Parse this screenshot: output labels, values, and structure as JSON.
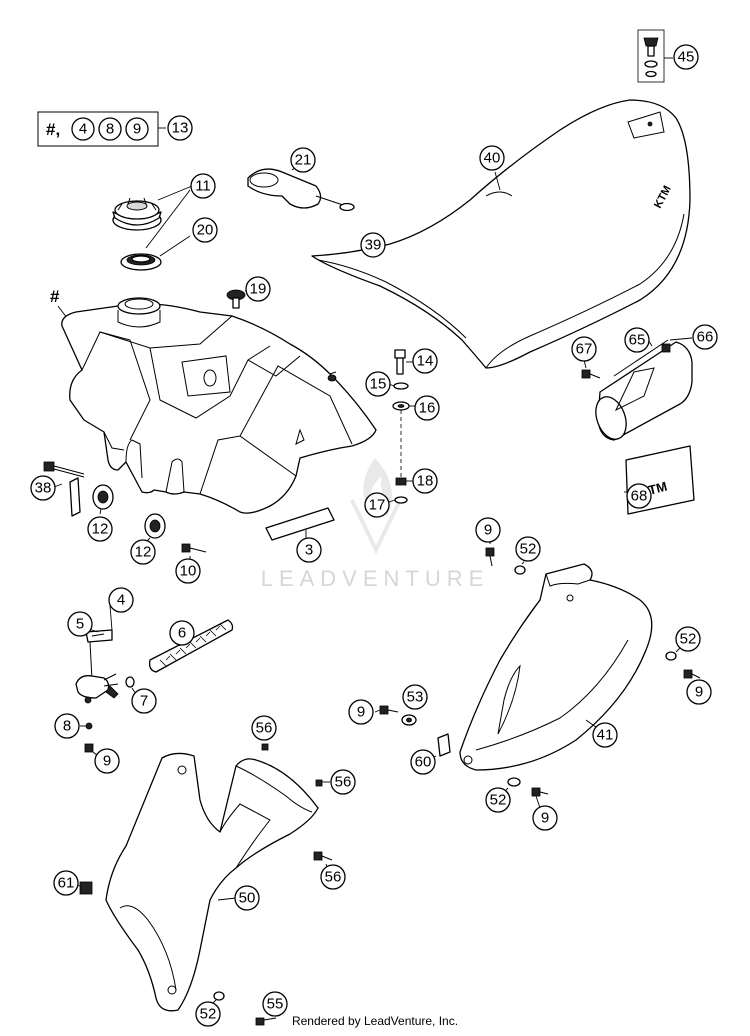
{
  "diagram": {
    "watermark_text": "LEADVENTURE",
    "footer_text": "Rendered by LeadVenture, Inc.",
    "kit_label": "#,",
    "kit_numbers": [
      "4",
      "8",
      "9"
    ],
    "kit_callout": "13",
    "tank_marker": "#",
    "seat_brand": "KTM",
    "sticker_brand": "KTM",
    "callouts": [
      "45",
      "13",
      "11",
      "20",
      "21",
      "40",
      "39",
      "19",
      "14",
      "15",
      "16",
      "18",
      "17",
      "67",
      "65",
      "66",
      "68",
      "38",
      "12",
      "12",
      "10",
      "3",
      "9",
      "52",
      "5",
      "4",
      "6",
      "7",
      "8",
      "9",
      "52",
      "9",
      "53",
      "9",
      "60",
      "41",
      "56",
      "56",
      "56",
      "61",
      "50",
      "52",
      "55",
      "52",
      "9"
    ]
  }
}
